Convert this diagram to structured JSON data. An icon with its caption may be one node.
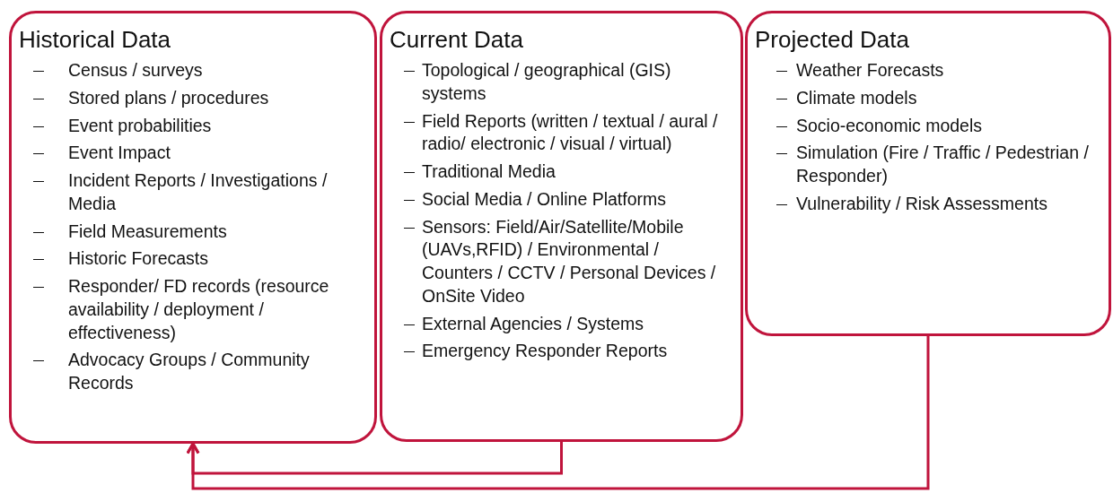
{
  "diagram": {
    "nodes": [
      {
        "text": [
          "Historical Data",
          "Census / surveys",
          "Stored plans / procedures",
          "Event probabilities",
          "Event Impact",
          "Incident Reports / Investigations / Media",
          "Field Measurements",
          "Historic Forecasts",
          "Responder/ FD records (resource availability / deployment / effectiveness)",
          "Advocacy Groups / Community Records"
        ]
      },
      {
        "text": [
          "Current Data",
          "Topological / geographical (GIS) systems",
          "Field Reports (written / textual / aural / radio/ electronic / visual / virtual)",
          "Traditional Media",
          "Social Media / Online Platforms",
          "Sensors: Field/Air/Satellite/Mobile (UAVs,RFID) / Environmental / Counters / CCTV / Personal Devices / OnSite Video",
          "External Agencies / Systems",
          "Emergency Responder Reports"
        ]
      },
      {
        "text": [
          "Projected Data",
          "Weather Forecasts",
          "Climate models",
          "Socio-economic models",
          "Simulation (Fire / Traffic / Pedestrian / Responder)",
          "Vulnerability / Risk Assessments"
        ]
      }
    ],
    "edges": [
      {
        "from": 1,
        "to": 0,
        "arrow": "to"
      },
      {
        "from": 2,
        "to": 0,
        "arrow": "to"
      }
    ]
  }
}
